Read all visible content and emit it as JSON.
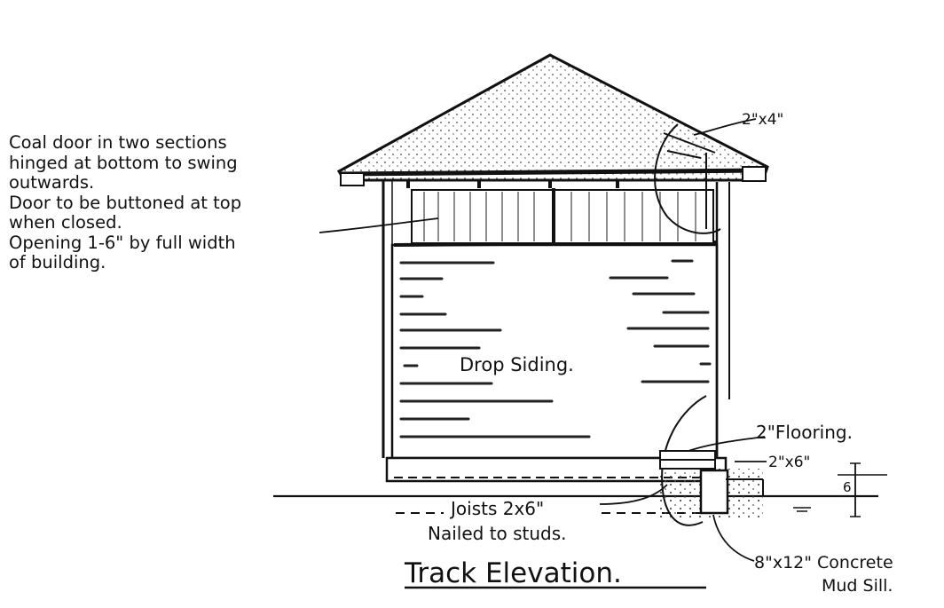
{
  "title": "Track Elevation.",
  "notes": {
    "coal_door": [
      "Coal door in two sections",
      "hinged at bottom to swing",
      "outwards.",
      "Door to be buttoned at top",
      "when closed.",
      "Opening 1-6\" by full width",
      "of building."
    ],
    "drop_siding": "Drop Siding.",
    "rafter": "2\"x4\"",
    "flooring": "2\"Flooring.",
    "sill_plate": "2\"x6\"",
    "joists_line1": "Joists 2x6\"",
    "joists_line2": "Nailed to studs.",
    "mud_sill_line1": "8\"x12\" Concrete",
    "mud_sill_line2": "Mud Sill."
  },
  "colors": {
    "ink": "#111111",
    "paper": "#ffffff"
  }
}
